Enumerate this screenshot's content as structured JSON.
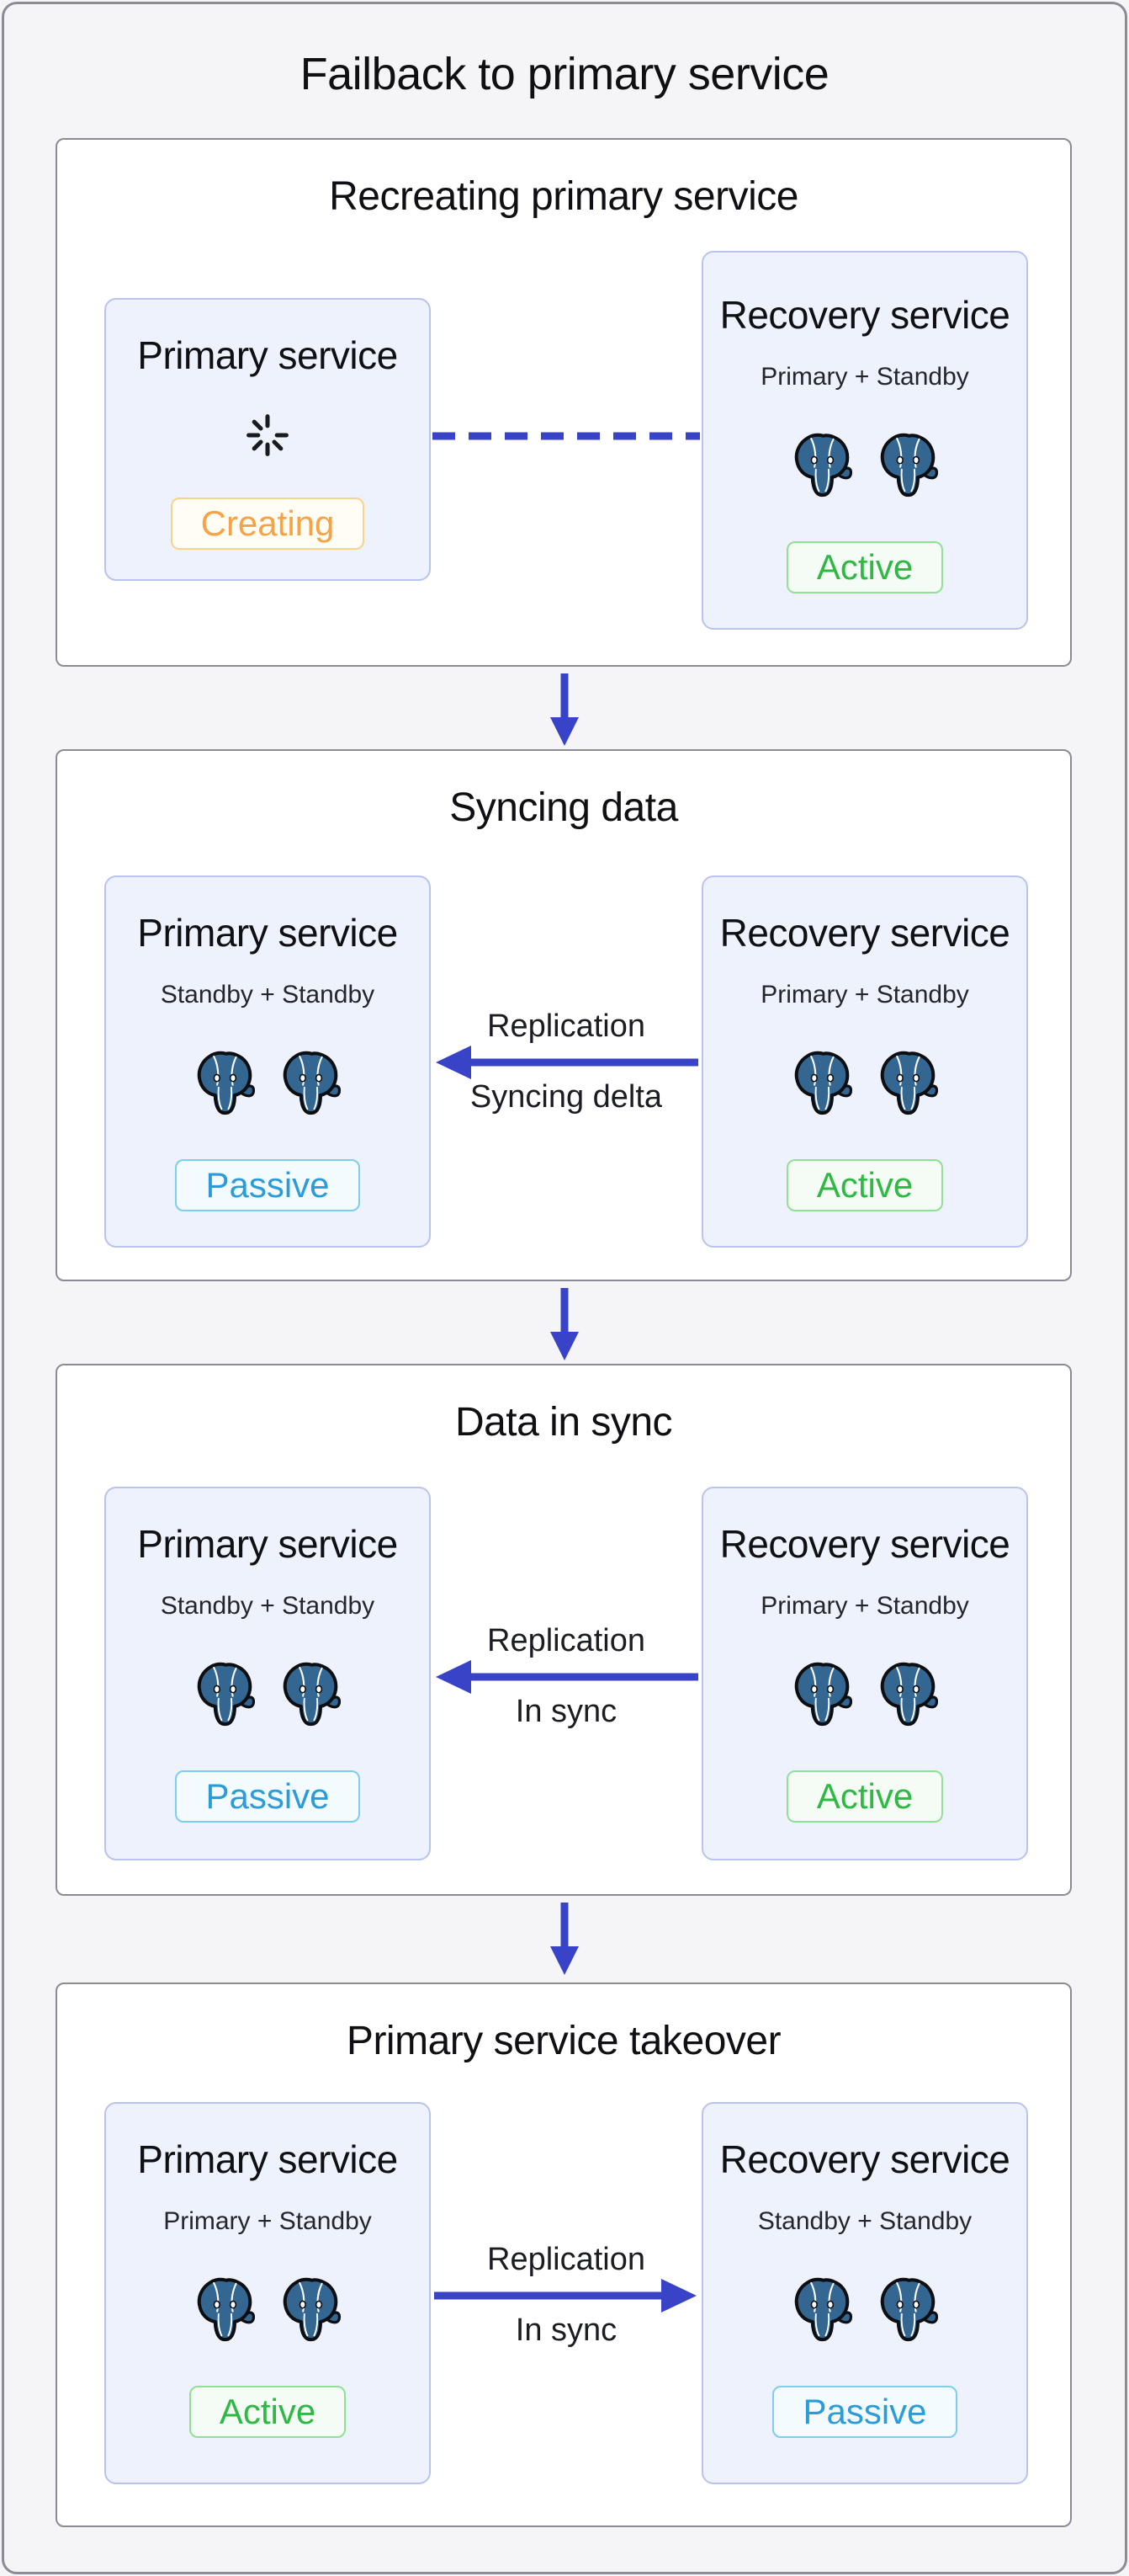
{
  "title": "Failback to primary service",
  "colors": {
    "arrow_blue": "#3843C8",
    "page_bg": "#F5F5F7",
    "stage_border": "#8B8B95",
    "card_bg": "#EEF2FC",
    "card_border": "#B9C3EE",
    "postgres_blue": "#336791",
    "status_creating_text": "#F9A245",
    "status_active_text": "#2FB844",
    "status_passive_text": "#2B9CD8"
  },
  "stages": [
    {
      "title": "Recreating primary service",
      "left_card": {
        "title": "Primary service",
        "icon": "spinner-icon",
        "badge": {
          "label": "Creating",
          "status": "creating"
        }
      },
      "right_card": {
        "title": "Recovery service",
        "subtitle": "Primary + Standby",
        "icon": "postgres-elephant-icon",
        "icon_count": 2,
        "badge": {
          "label": "Active",
          "status": "active"
        }
      },
      "connector": {
        "style": "dashed",
        "direction": "none",
        "label_top": "",
        "label_bottom": ""
      }
    },
    {
      "title": "Syncing data",
      "left_card": {
        "title": "Primary service",
        "subtitle": "Standby + Standby",
        "icon": "postgres-elephant-icon",
        "icon_count": 2,
        "badge": {
          "label": "Passive",
          "status": "passive"
        }
      },
      "right_card": {
        "title": "Recovery service",
        "subtitle": "Primary + Standby",
        "icon": "postgres-elephant-icon",
        "icon_count": 2,
        "badge": {
          "label": "Active",
          "status": "active"
        }
      },
      "connector": {
        "style": "solid",
        "direction": "left",
        "label_top": "Replication",
        "label_bottom": "Syncing delta"
      }
    },
    {
      "title": "Data in sync",
      "left_card": {
        "title": "Primary service",
        "subtitle": "Standby + Standby",
        "icon": "postgres-elephant-icon",
        "icon_count": 2,
        "badge": {
          "label": "Passive",
          "status": "passive"
        }
      },
      "right_card": {
        "title": "Recovery service",
        "subtitle": "Primary + Standby",
        "icon": "postgres-elephant-icon",
        "icon_count": 2,
        "badge": {
          "label": "Active",
          "status": "active"
        }
      },
      "connector": {
        "style": "solid",
        "direction": "left",
        "label_top": "Replication",
        "label_bottom": "In sync"
      }
    },
    {
      "title": "Primary service takeover",
      "left_card": {
        "title": "Primary service",
        "subtitle": "Primary + Standby",
        "icon": "postgres-elephant-icon",
        "icon_count": 2,
        "badge": {
          "label": "Active",
          "status": "active"
        }
      },
      "right_card": {
        "title": "Recovery service",
        "subtitle": "Standby + Standby",
        "icon": "postgres-elephant-icon",
        "icon_count": 2,
        "badge": {
          "label": "Passive",
          "status": "passive"
        }
      },
      "connector": {
        "style": "solid",
        "direction": "right",
        "label_top": "Replication",
        "label_bottom": "In sync"
      }
    }
  ]
}
